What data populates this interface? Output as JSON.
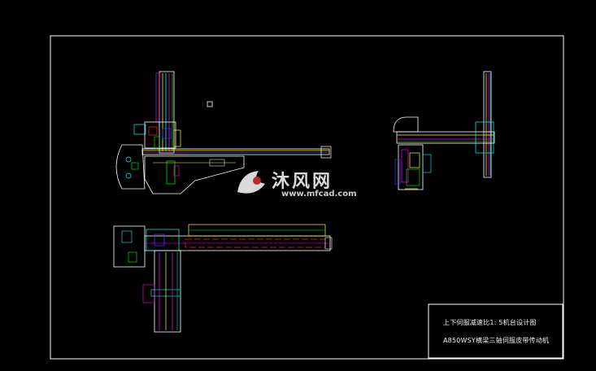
{
  "drawing": {
    "background": "#000000",
    "frame_color": "#ffffff",
    "colors": {
      "white": "#ffffff",
      "yellow": "#ffff00",
      "magenta": "#ff00ff",
      "cyan": "#00ffff",
      "green": "#00ff00",
      "blue": "#3a3aff",
      "red": "#ff2020",
      "orange": "#ff9900"
    }
  },
  "title_block": {
    "line1": "上下伺服减速比1: 5机台设计图",
    "line2": "A850WSY横梁三轴伺服皮带传动机"
  },
  "watermark": {
    "logo": "mfcad-logo-icon",
    "brand": "沐风网",
    "url": "www.mfcad.com"
  }
}
